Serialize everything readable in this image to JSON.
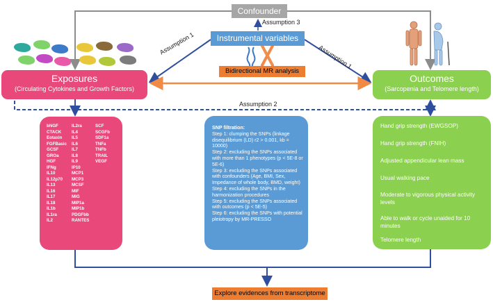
{
  "confounder": "Confounder",
  "instrumental_variables": "Instrumental variables",
  "bidirectional": "Bidirectional MR analysis",
  "assumptions": {
    "a1_left": "Assumption 1",
    "a1_right": "Assumption 1",
    "a2": "Assumption 2",
    "a3": "Assumption 3"
  },
  "exposures": {
    "title": "Exposures",
    "subtitle": "(Circulating Cytokines and Growth Factors)",
    "col1": [
      "bNGF",
      "CTACK",
      "Eotaxin",
      "FGFBasic",
      "GCSF",
      "GROa",
      "HGF",
      "IFNg",
      "IL10",
      "IL12p70",
      "IL13",
      "IL16",
      "IL17",
      "IL18",
      "IL1b",
      "IL1ra",
      "IL2"
    ],
    "col2": [
      "IL2ra",
      "IL4",
      "IL5",
      "IL6",
      "IL7",
      "IL8",
      "IL9",
      "IP10",
      "MCP1",
      "MCP3",
      "MCSF",
      "MIF",
      "MIG",
      "MIP1a",
      "MIP1b",
      "PDGFbb",
      "RANTES"
    ],
    "col3": [
      "SCF",
      "SCGFb",
      "SDF1a",
      "TNFa",
      "TNFb",
      "TRAIL",
      "VEGF"
    ]
  },
  "outcomes": {
    "title": "Outcomes",
    "subtitle": "(Sarcopenia and Telomere length)",
    "items": [
      "Hand grip strength (EWGSOP)",
      "Hand grip strength (FNIH)",
      "Adjusted appendicular lean mass",
      "Usual walking pace",
      "Moderate to vigorous physical activity levels",
      "Able to walk or cycle unaided for 10 minutes",
      "Telomere length"
    ]
  },
  "snp": {
    "title": "SNP filtration:",
    "steps": [
      "Step 1: clumping the SNPs (linkage disequilibrium (LD) r2 > 0.001, kb = 10000)",
      "Step 2: excluding the SNPs associated with more than 1 phenotypes (p < 5E-8 or 5E-6)",
      "Step 3: excluding the SNPs associated with confounders (Age, BMI, Sex, Impedance of whole body, BMD, weight)",
      "Step 4: excluding the SNPs in the harmonization procedures",
      "Step 5: excluding the SNPs associated with outcomes (p < 5E-5)",
      "Step 6: excluding the SNPs with potential pleiotropy by MR-PRESSO"
    ]
  },
  "explore": "Explore evidences from transcriptome",
  "colors": {
    "pink": "#e8497a",
    "green": "#8bd04e",
    "blue": "#5b9bd5",
    "orange": "#ed7d31",
    "gray": "#a6a6a6",
    "navy": "#2f4f9e"
  }
}
